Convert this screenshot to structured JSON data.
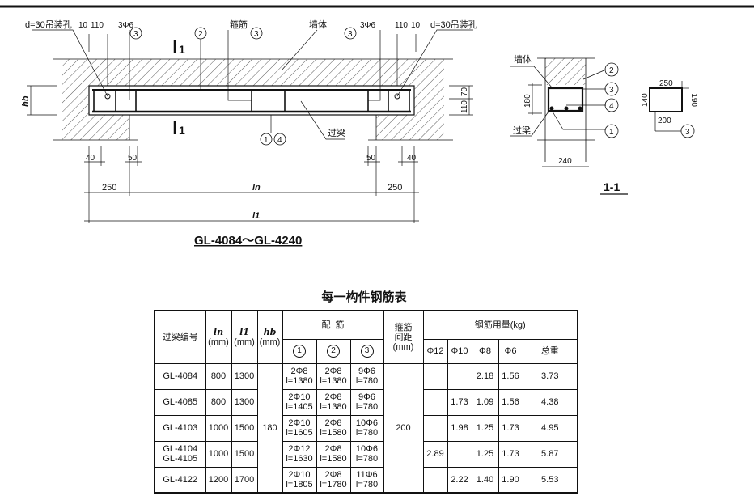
{
  "elevation": {
    "hole_label": "d=30吊装孔",
    "dim_10": "10",
    "dim_110": "110",
    "stirrup_count": "3Φ6",
    "stirrup_label": "箍筋",
    "wall_label": "墙体",
    "lintel_label": "过梁",
    "section_mark": "1",
    "hb_label": "hb",
    "dim_70": "70",
    "dim_40": "40",
    "dim_50": "50",
    "dim_250": "250",
    "ln_label": "ln",
    "l1_label": "l1",
    "marks": {
      "m1": "1",
      "m2": "2",
      "m3": "3",
      "m4": "4"
    },
    "title": "GL-4084～GL-4240"
  },
  "section": {
    "wall_label": "墙体",
    "lintel_label": "过梁",
    "height_dim": "180",
    "width_dim": "240",
    "title": "1-1",
    "stirrup_dims": {
      "top": "250",
      "left": "140",
      "right": "190",
      "bottom": "200"
    }
  },
  "table": {
    "title": "每一构件钢筋表",
    "headers": {
      "id": "过梁编号",
      "ln": "ln",
      "l1": "l1",
      "hb": "hb",
      "unit": "(mm)",
      "rebar": "配  筋",
      "rebar_marks": [
        "1",
        "2",
        "3"
      ],
      "stirrup_spacing": "箍筋间距",
      "steel_weight": "钢筋用量(kg)",
      "weight_cols": [
        "Φ12",
        "Φ10",
        "Φ8",
        "Φ6",
        "总重"
      ]
    },
    "hb_value": "180",
    "spacing_value": "200",
    "rows": [
      {
        "id": "GL-4084",
        "ln": "800",
        "l1": "1300",
        "r1a": "2Φ8",
        "r1b": "l=1380",
        "r2a": "2Φ8",
        "r2b": "l=1380",
        "r3a": "9Φ6",
        "r3b": "l=780",
        "w12": "",
        "w10": "",
        "w8": "2.18",
        "w6": "1.56",
        "total": "3.73"
      },
      {
        "id": "GL-4085",
        "ln": "800",
        "l1": "1300",
        "r1a": "2Φ10",
        "r1b": "l=1405",
        "r2a": "2Φ8",
        "r2b": "l=1380",
        "r3a": "9Φ6",
        "r3b": "l=780",
        "w12": "",
        "w10": "1.73",
        "w8": "1.09",
        "w6": "1.56",
        "total": "4.38"
      },
      {
        "id": "GL-4103",
        "ln": "1000",
        "l1": "1500",
        "r1a": "2Φ10",
        "r1b": "l=1605",
        "r2a": "2Φ8",
        "r2b": "l=1580",
        "r3a": "10Φ6",
        "r3b": "l=780",
        "w12": "",
        "w10": "1.98",
        "w8": "1.25",
        "w6": "1.73",
        "total": "4.95"
      },
      {
        "id": "GL-4104 GL-4105",
        "ln": "1000",
        "l1": "1500",
        "r1a": "2Φ12",
        "r1b": "l=1630",
        "r2a": "2Φ8",
        "r2b": "l=1580",
        "r3a": "10Φ6",
        "r3b": "l=780",
        "w12": "2.89",
        "w10": "",
        "w8": "1.25",
        "w6": "1.73",
        "total": "5.87"
      },
      {
        "id": "GL-4122",
        "ln": "1200",
        "l1": "1700",
        "r1a": "2Φ10",
        "r1b": "l=1805",
        "r2a": "2Φ8",
        "r2b": "l=1780",
        "r3a": "11Φ6",
        "r3b": "l=780",
        "w12": "",
        "w10": "2.22",
        "w8": "1.40",
        "w6": "1.90",
        "total": "5.53"
      }
    ]
  }
}
